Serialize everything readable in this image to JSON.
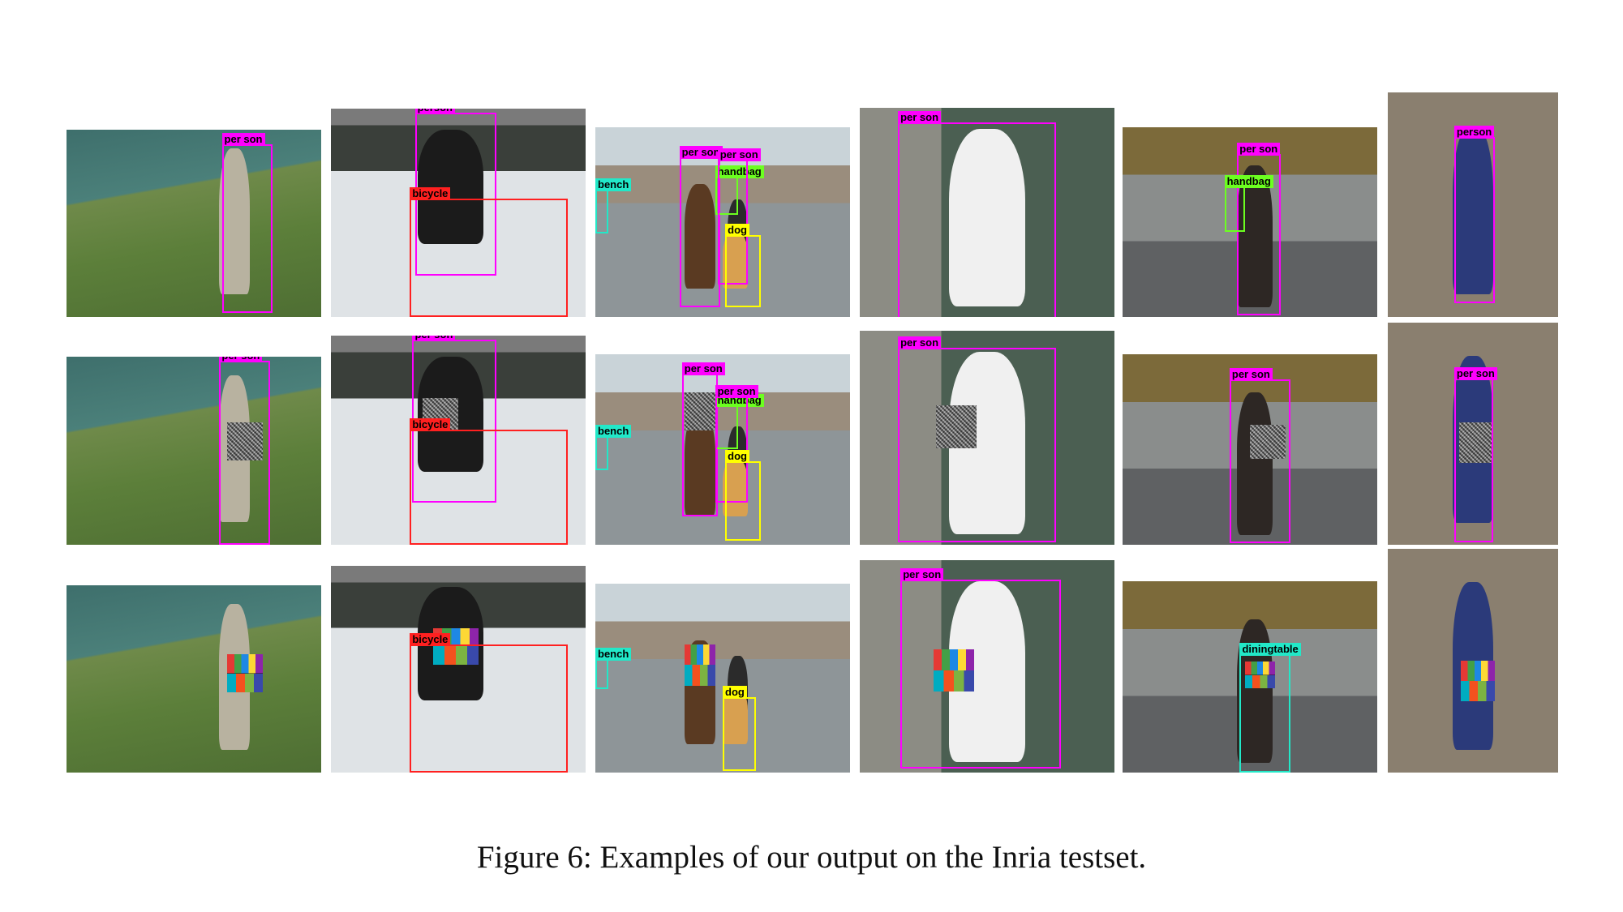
{
  "labels": {
    "person": "person",
    "per_son": "per son",
    "bicycle": "bicycle",
    "bench": "bench",
    "handbag": "handbag",
    "dog": "dog",
    "diningtable": "diningtable"
  },
  "colors": {
    "person": "#ff00ff",
    "bicycle": "#ff2020",
    "bench": "#22e8c8",
    "handbag": "#6cff20",
    "dog": "#ffff00",
    "diningtable": "#22e8c8"
  },
  "caption": "Figure 6: Examples of our output on the Inria testset."
}
